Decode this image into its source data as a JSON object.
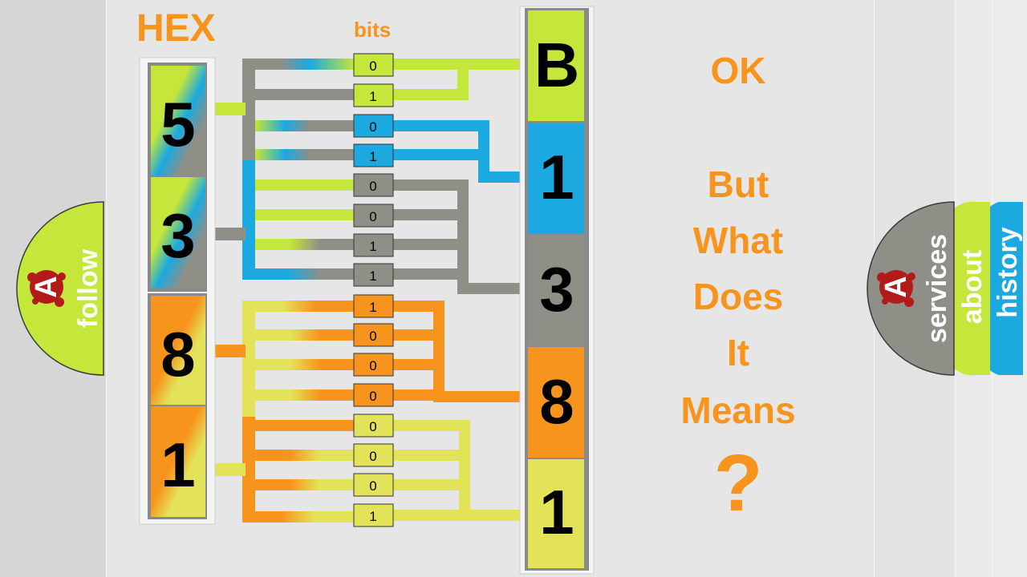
{
  "header": {
    "hex_label": "HEX",
    "bits_label": "bits"
  },
  "colors": {
    "orange": "#f7941d",
    "lime": "#c5e63a",
    "blue": "#1ba9e0",
    "gray": "#8f8f88",
    "yellow": "#e3e35a",
    "slide": "#e6e6e6"
  },
  "hex_digits": [
    "5",
    "3",
    "8",
    "1"
  ],
  "bits": [
    "0",
    "1",
    "0",
    "1",
    "0",
    "0",
    "1",
    "1",
    "1",
    "0",
    "0",
    "0",
    "0",
    "0",
    "0",
    "1"
  ],
  "base32_digits": [
    "B",
    "1",
    "3",
    "8",
    "1"
  ],
  "message": {
    "line1": "OK",
    "line2": "But",
    "line3": "What",
    "line4": "Does",
    "line5": "It",
    "line6": "Means",
    "mark": "?"
  },
  "tabs": {
    "follow": "follow",
    "services": "services",
    "about": "about",
    "history": "history"
  },
  "logo": "A",
  "icons": {
    "logo": "splat-a-logo-icon"
  }
}
